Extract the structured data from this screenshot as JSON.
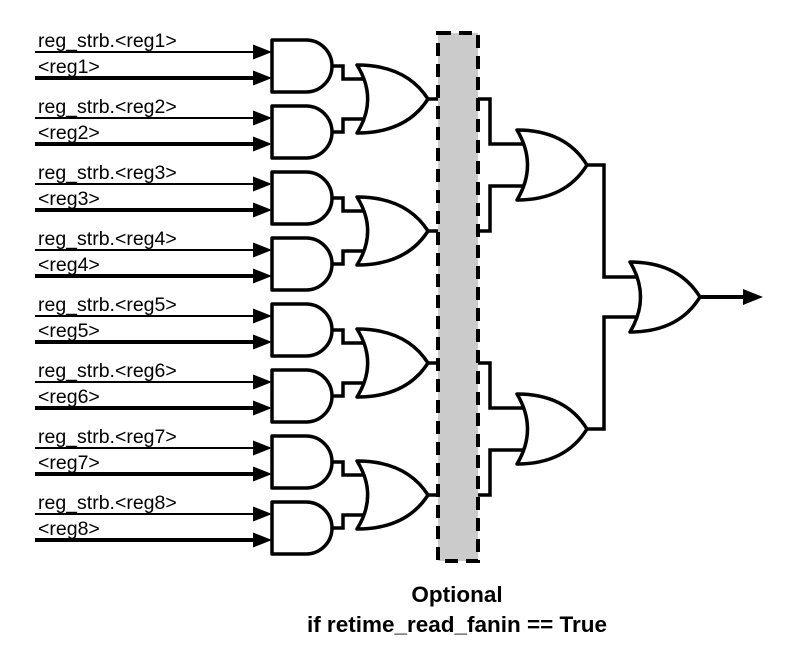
{
  "circuit": {
    "inputs": [
      {
        "strobe_label": "reg_strb.<reg1>",
        "data_label": "<reg1>"
      },
      {
        "strobe_label": "reg_strb.<reg2>",
        "data_label": "<reg2>"
      },
      {
        "strobe_label": "reg_strb.<reg3>",
        "data_label": "<reg3>"
      },
      {
        "strobe_label": "reg_strb.<reg4>",
        "data_label": "<reg4>"
      },
      {
        "strobe_label": "reg_strb.<reg5>",
        "data_label": "<reg5>"
      },
      {
        "strobe_label": "reg_strb.<reg6>",
        "data_label": "<reg6>"
      },
      {
        "strobe_label": "reg_strb.<reg7>",
        "data_label": "<reg7>"
      },
      {
        "strobe_label": "reg_strb.<reg8>",
        "data_label": "<reg8>"
      }
    ],
    "stages": [
      {
        "name": "input-and-stage",
        "gate_type": "AND",
        "gate_count": 8
      },
      {
        "name": "or-stage-1",
        "gate_type": "OR",
        "gate_count": 4
      },
      {
        "name": "or-stage-2",
        "gate_type": "OR",
        "gate_count": 2
      },
      {
        "name": "or-stage-final",
        "gate_type": "OR",
        "gate_count": 1
      }
    ],
    "optional_box": {
      "caption_line1": "Optional",
      "caption_line2": "if retime_read_fanin == True"
    },
    "colors": {
      "wire": "#000000",
      "gate_fill": "#ffffff",
      "gate_stroke": "#000000",
      "box_fill": "#cbcbcb",
      "box_border": "#000000",
      "text": "#000000",
      "background": "#ffffff"
    }
  }
}
